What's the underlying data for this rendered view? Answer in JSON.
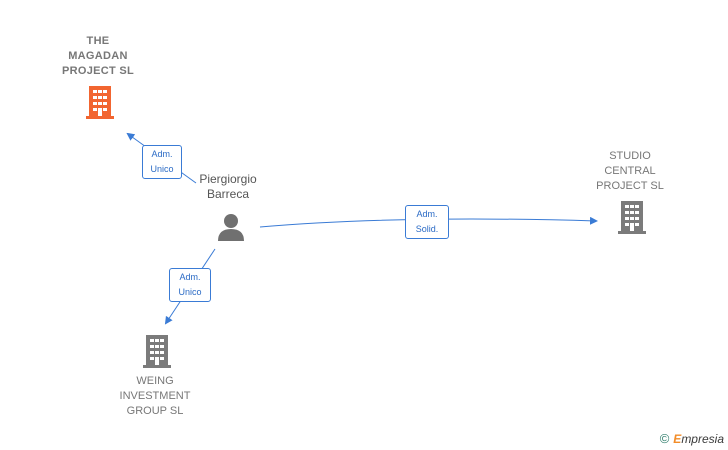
{
  "colors": {
    "edge": "#3a7bd5",
    "company_highlight": "#f26530",
    "company": "#7b7b7b",
    "person": "#707070"
  },
  "nodes": {
    "magadan": {
      "label": "THE\nMAGADAN\nPROJECT  SL",
      "icon": "building-icon",
      "highlight": true
    },
    "studio": {
      "label": "STUDIO\nCENTRAL\nPROJECT SL",
      "icon": "building-icon"
    },
    "weing": {
      "label": "WEING\nINVESTMENT\nGROUP  SL",
      "icon": "building-icon"
    },
    "person": {
      "label": "Piergiorgio\nBarreca",
      "icon": "person-icon"
    }
  },
  "edges": {
    "to_magadan": {
      "label": "Adm.\nUnico"
    },
    "to_studio": {
      "label": "Adm.\nSolid."
    },
    "to_weing": {
      "label": "Adm.\nUnico"
    }
  },
  "footer": {
    "copyright": "©",
    "brand_initial": "E",
    "brand_rest": "mpresia"
  }
}
